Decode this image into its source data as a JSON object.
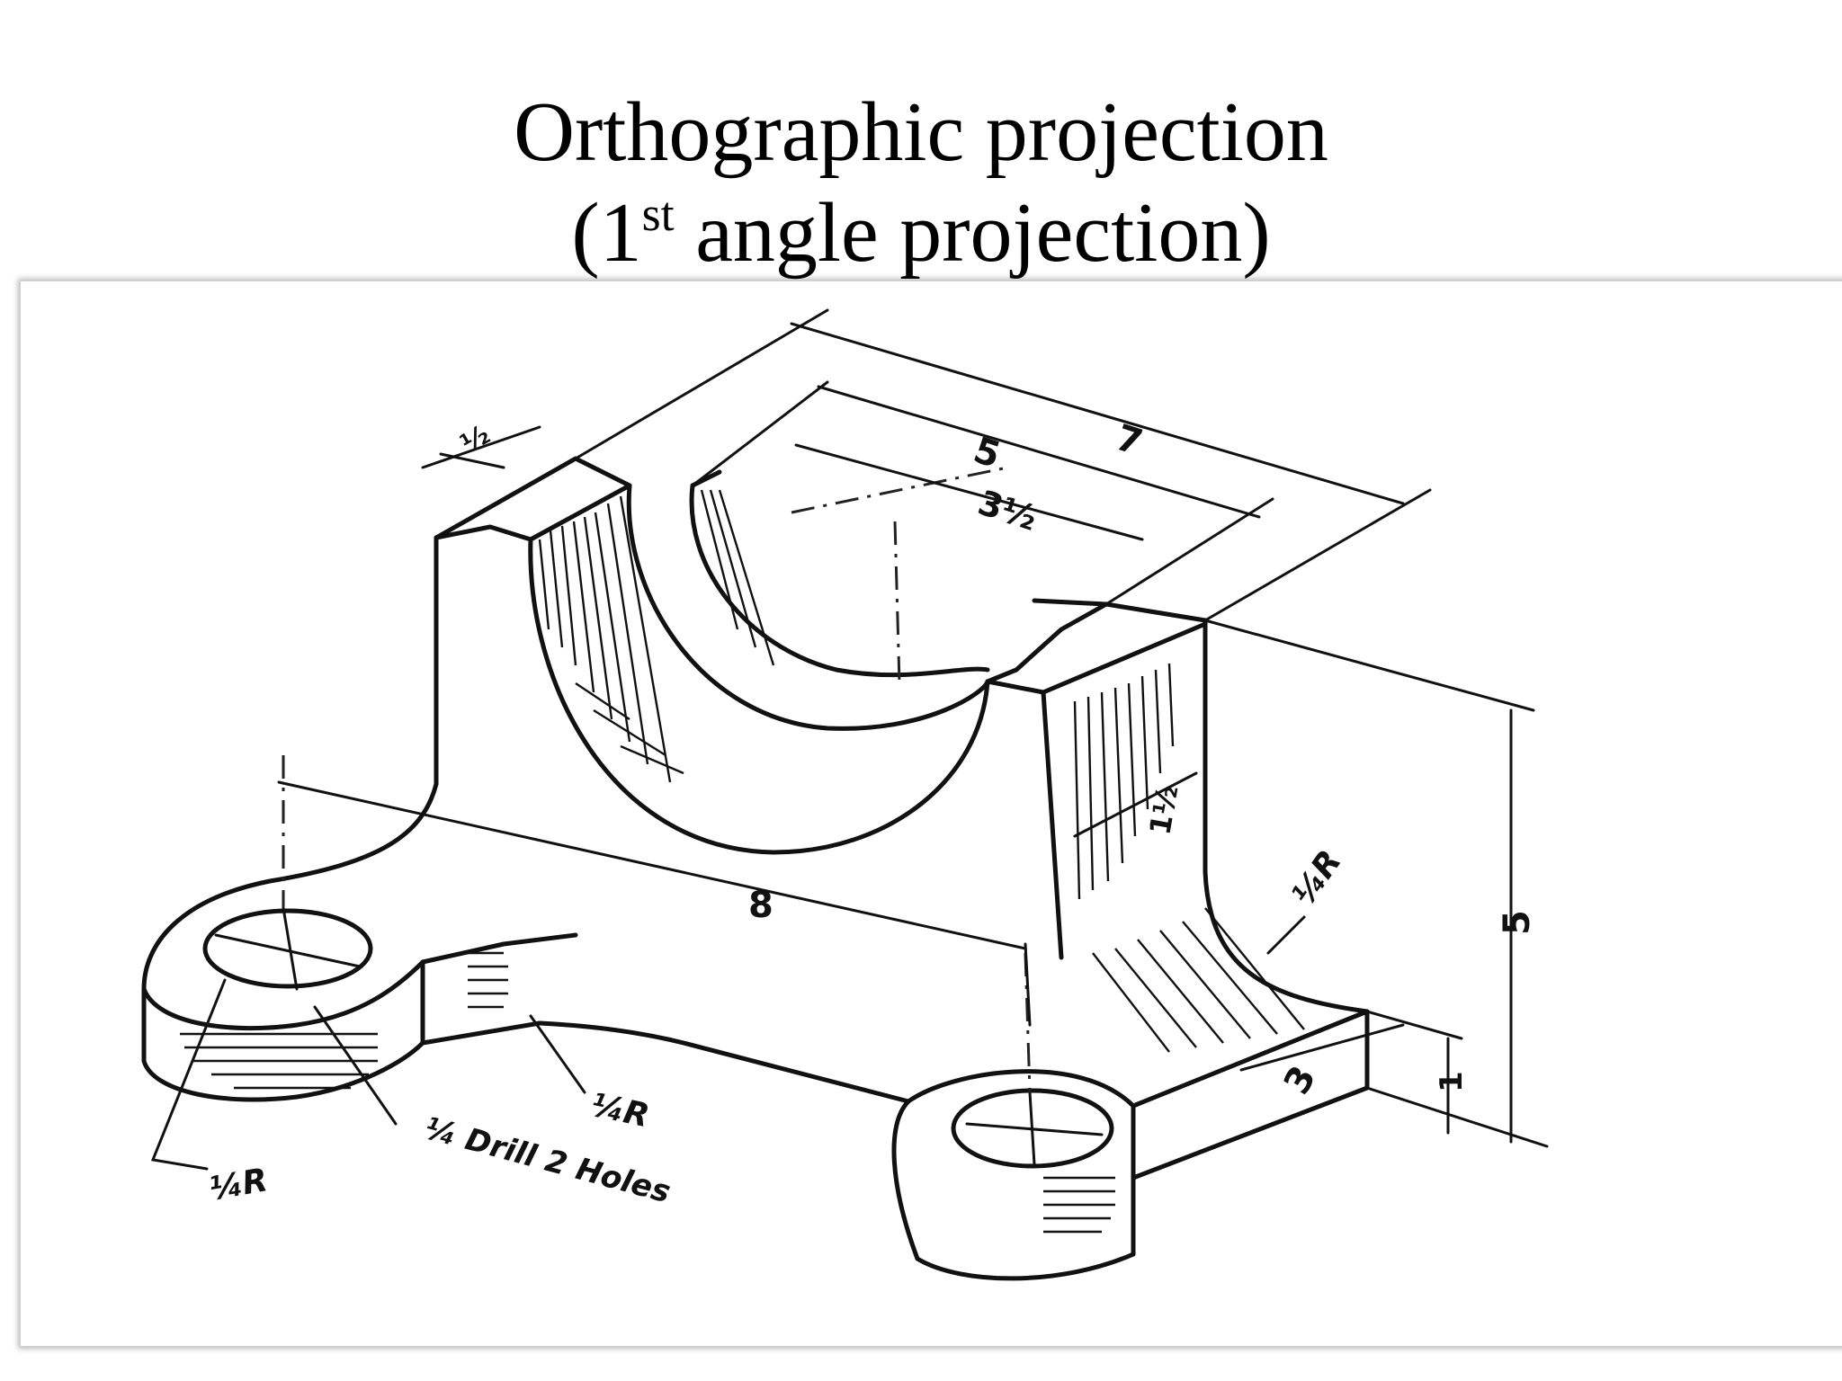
{
  "title": {
    "line1": "Orthographic projection",
    "line2_open": "(1",
    "line2_sup": "st",
    "line2_rest": " angle projection)"
  },
  "drawing": {
    "dimensions": {
      "overall_length": "7",
      "slot_width": "5",
      "bore_dia": "3½",
      "small_offset": "½",
      "base_length": "8",
      "height": "5",
      "base_thickness": "1",
      "base_width": "3",
      "upright_thickness": "1½"
    },
    "notes": {
      "fillet_right": "¼R",
      "fillet_base": "¼R",
      "end_radius": "¼R",
      "drill": "¼ Drill 2 Holes"
    }
  },
  "colors": {
    "ink": "#111111",
    "background": "#ffffff"
  }
}
